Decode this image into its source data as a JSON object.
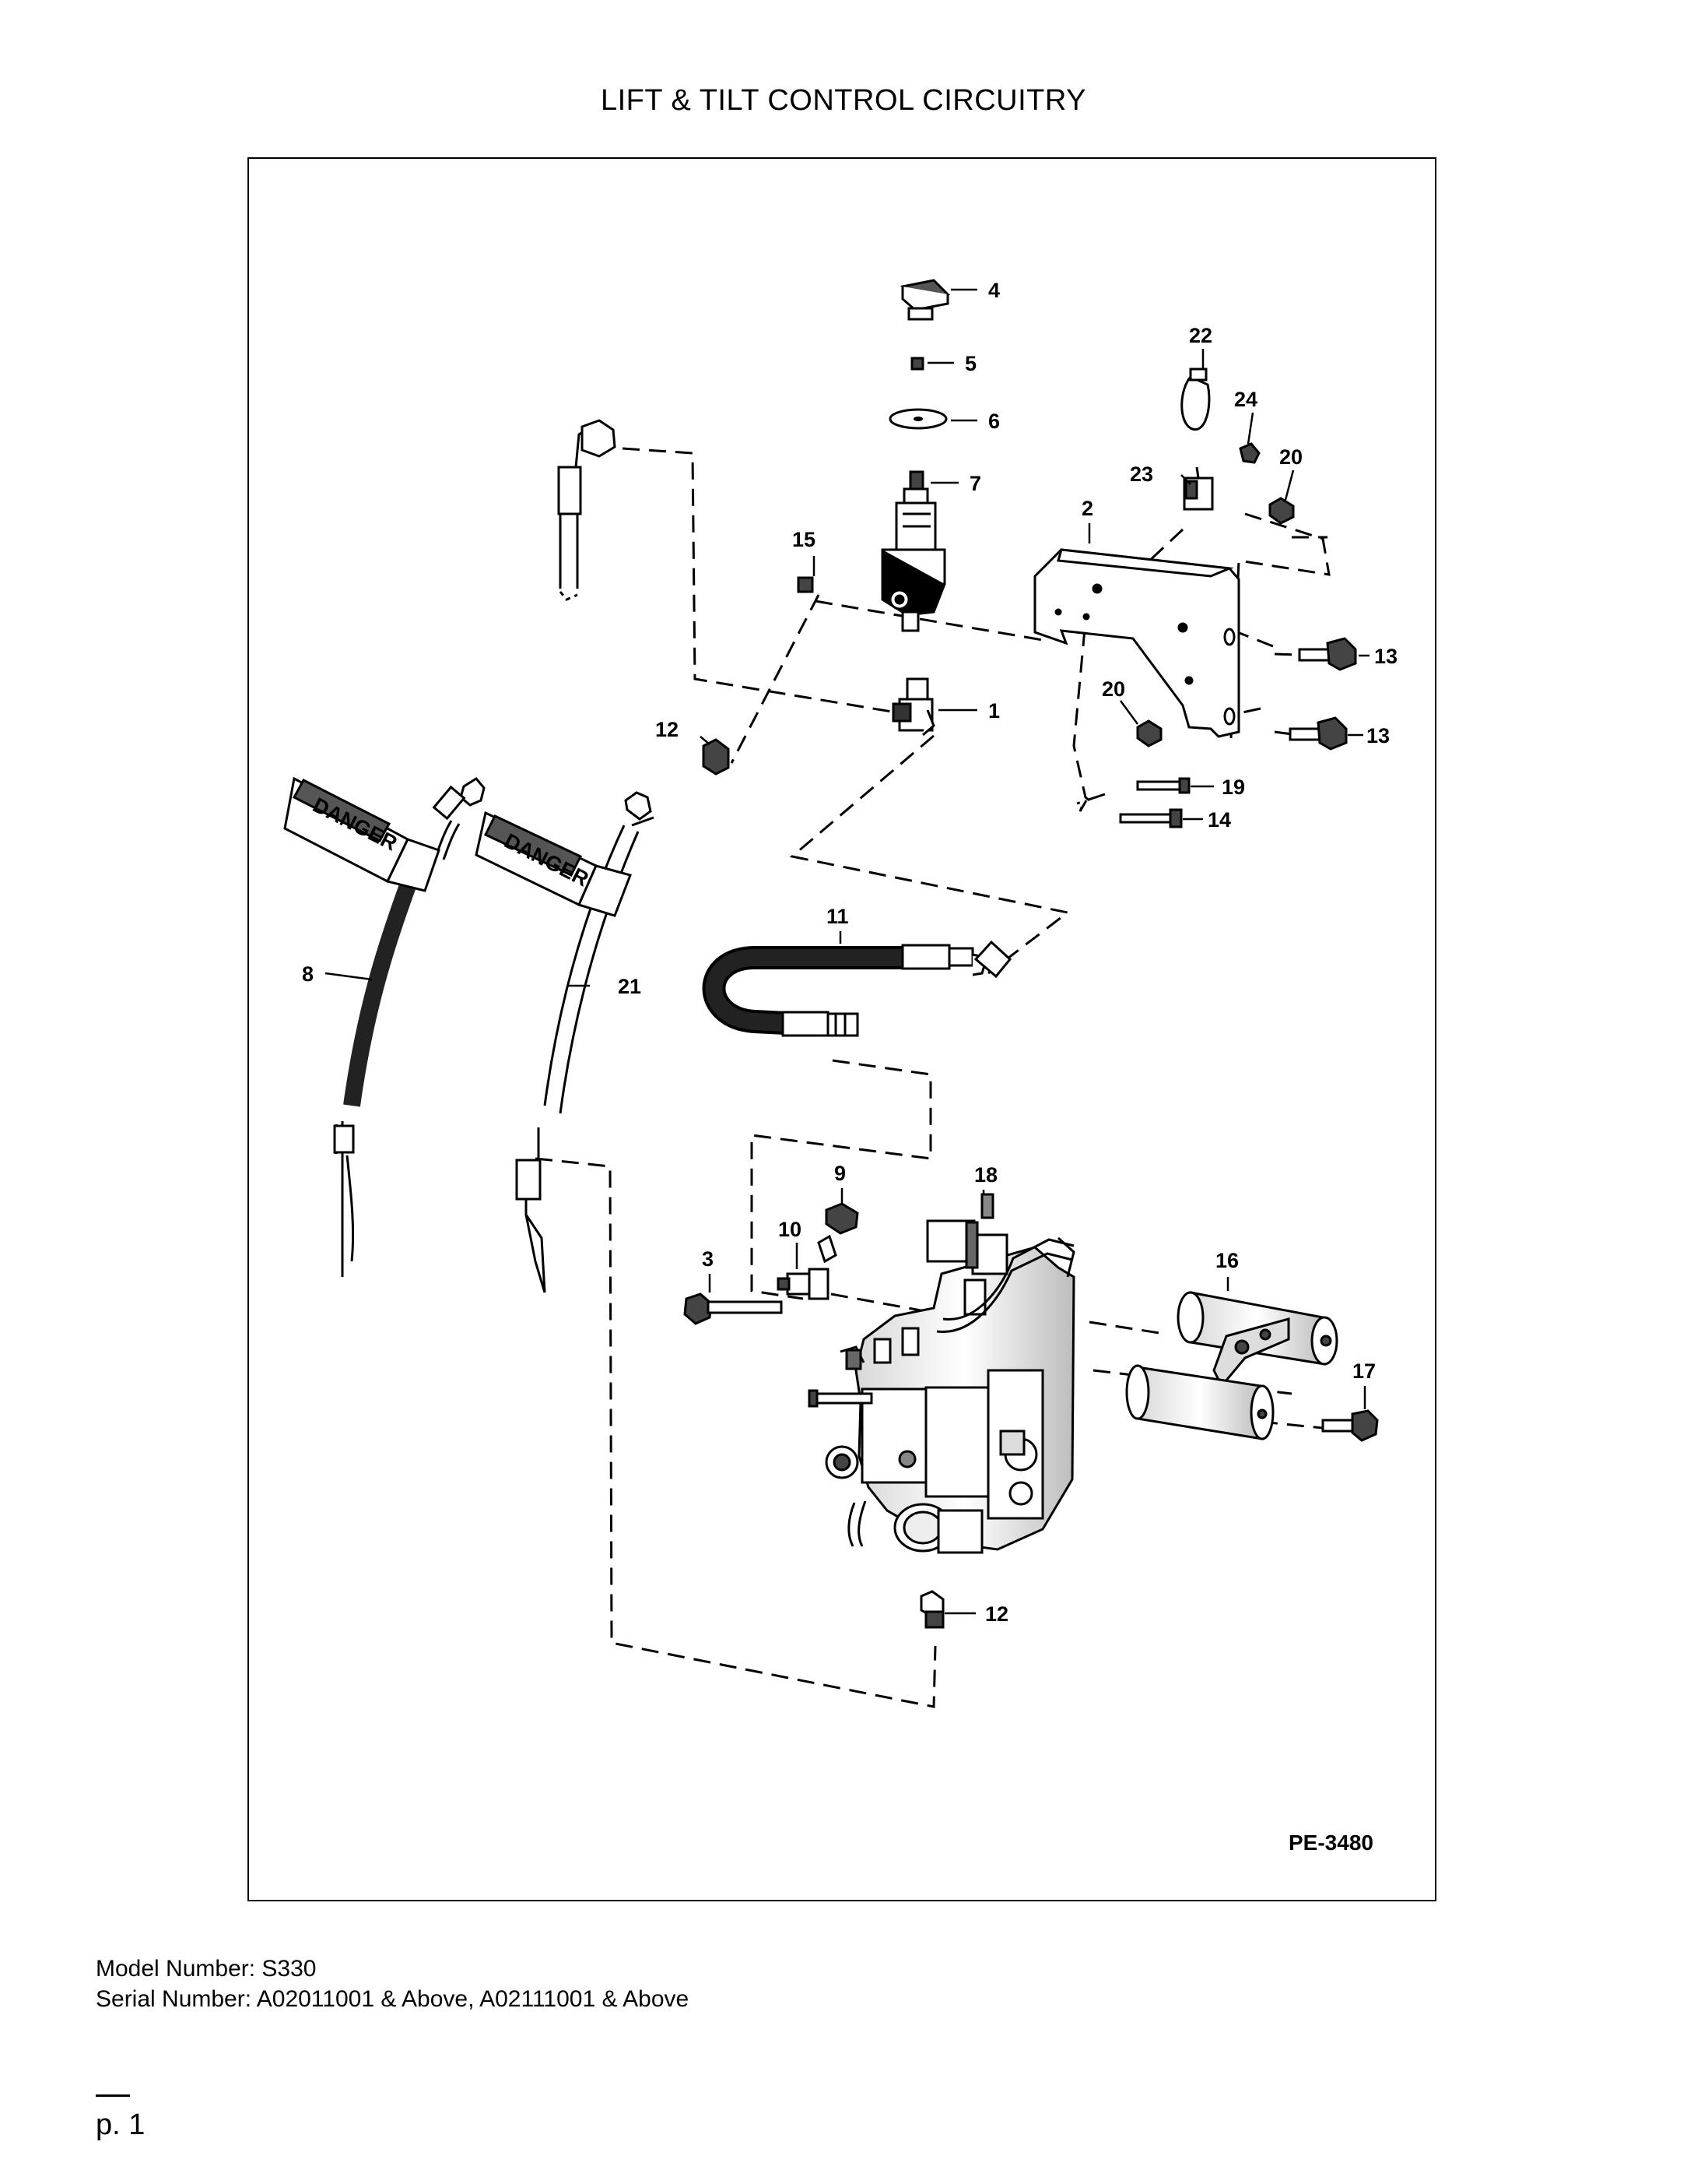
{
  "page": {
    "title": "LIFT & TILT CONTROL CIRCUITRY",
    "figure_id": "PE-3480",
    "model_number": "Model Number: S330",
    "serial_number": "Serial Number: A02011001 & Above, A02111001 & Above",
    "page_number": "p. 1"
  },
  "decal_text": "DANGER",
  "callouts": [
    {
      "id": "c1",
      "label": "1"
    },
    {
      "id": "c2",
      "label": "2"
    },
    {
      "id": "c3",
      "label": "3"
    },
    {
      "id": "c4",
      "label": "4"
    },
    {
      "id": "c5",
      "label": "5"
    },
    {
      "id": "c6",
      "label": "6"
    },
    {
      "id": "c7",
      "label": "7"
    },
    {
      "id": "c8",
      "label": "8"
    },
    {
      "id": "c9",
      "label": "9"
    },
    {
      "id": "c10",
      "label": "10"
    },
    {
      "id": "c11",
      "label": "11"
    },
    {
      "id": "c12a",
      "label": "12"
    },
    {
      "id": "c12b",
      "label": "12"
    },
    {
      "id": "c13a",
      "label": "13"
    },
    {
      "id": "c13b",
      "label": "13"
    },
    {
      "id": "c14",
      "label": "14"
    },
    {
      "id": "c15",
      "label": "15"
    },
    {
      "id": "c16",
      "label": "16"
    },
    {
      "id": "c17",
      "label": "17"
    },
    {
      "id": "c18",
      "label": "18"
    },
    {
      "id": "c19",
      "label": "19"
    },
    {
      "id": "c20a",
      "label": "20"
    },
    {
      "id": "c20b",
      "label": "20"
    },
    {
      "id": "c21",
      "label": "21"
    },
    {
      "id": "c22",
      "label": "22"
    },
    {
      "id": "c23",
      "label": "23"
    },
    {
      "id": "c24",
      "label": "24"
    }
  ]
}
